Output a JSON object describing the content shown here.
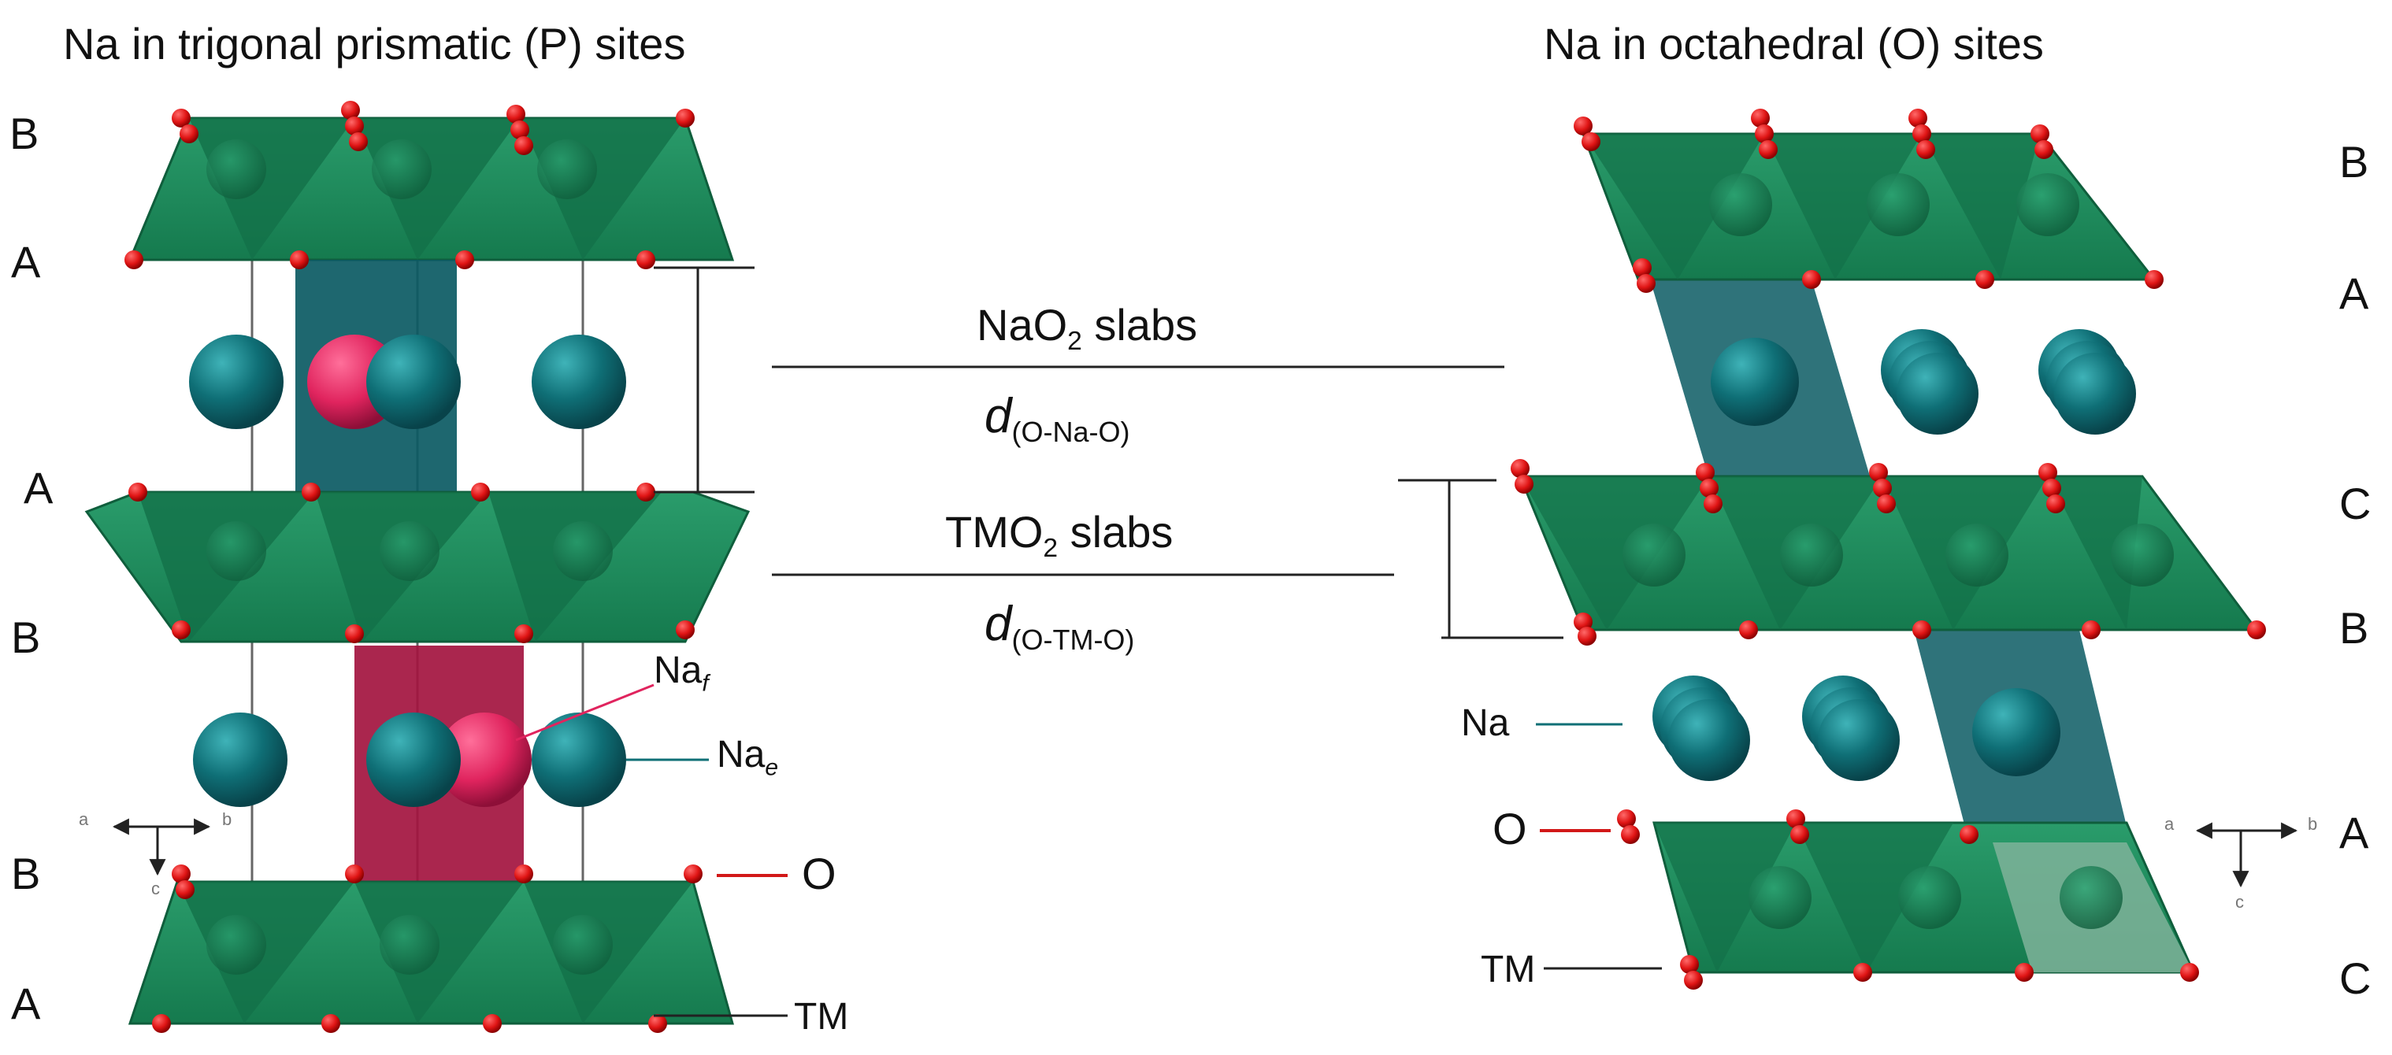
{
  "titles": {
    "left": "Na in trigonal prismatic (P) sites",
    "right": "Na in octahedral (O) sites"
  },
  "stacking_left": [
    "B",
    "A",
    "A",
    "B",
    "B",
    "A"
  ],
  "stacking_right": [
    "B",
    "A",
    "C",
    "B",
    "A",
    "C"
  ],
  "center": {
    "naO2_label": "NaO",
    "naO2_sub": "2",
    "naO2_suffix": " slabs",
    "d_naO2_d": "d",
    "d_naO2_sub": "(O-Na-O)",
    "tmO2_label": "TMO",
    "tmO2_sub": "2",
    "tmO2_suffix": " slabs",
    "d_tmO2_d": "d",
    "d_tmO2_sub": "(O-TM-O)"
  },
  "legend_left": {
    "naf": "Na",
    "naf_sub": "f",
    "nae": "Na",
    "nae_sub": "e",
    "o": "O",
    "tm": "TM"
  },
  "legend_right": {
    "na": "Na",
    "o": "O",
    "tm": "TM"
  },
  "axes_left": {
    "a": "a",
    "b": "b",
    "c": "c"
  },
  "axes_right": {
    "a": "a",
    "b": "b",
    "c": "c"
  },
  "colors": {
    "tm_layer": "#1f8a5c",
    "tm_layer_dark": "#146b45",
    "na_atom": "#0f6f76",
    "na_prism": "#0b5a63",
    "naf_prism": "#a3133f",
    "oxygen": "#e01515",
    "naf_atom": "#e0245e"
  }
}
